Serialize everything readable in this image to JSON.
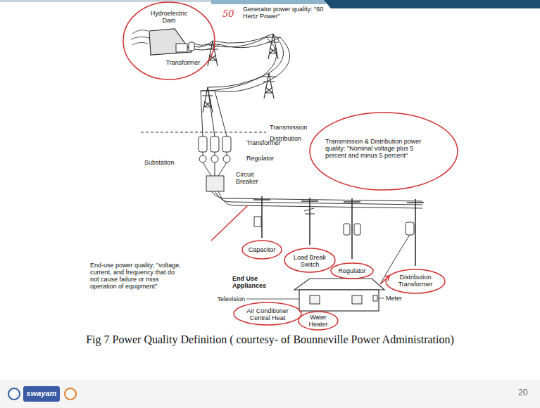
{
  "diagram": {
    "caption": "Fig 7 Power Quality Definition ( courtesy- of Bounneville Power Administration)",
    "labels": [
      "Hydroelectric Dam",
      "Transformer",
      "Generator power quality: \"60 Hertz Power\"",
      "50",
      "Transmission",
      "Distribution",
      "Substation",
      "Transformer",
      "Regulator",
      "Circuit Breaker",
      "Transmission & Distribution power quality: \"Nominal voltage plus 5 percent and minus 5 percent\"",
      "Capacitor",
      "Load Break Switch",
      "Regulator",
      "Distribution Transformer",
      "End-use power quality; \"voltage, current, and frequency that do not cause failure or miss operation of equipment\"",
      "End Use Appliances",
      "Television",
      "Meter",
      "Air Conditioner Central Heat",
      "Water Heater",
      "20",
      "swayam"
    ]
  }
}
